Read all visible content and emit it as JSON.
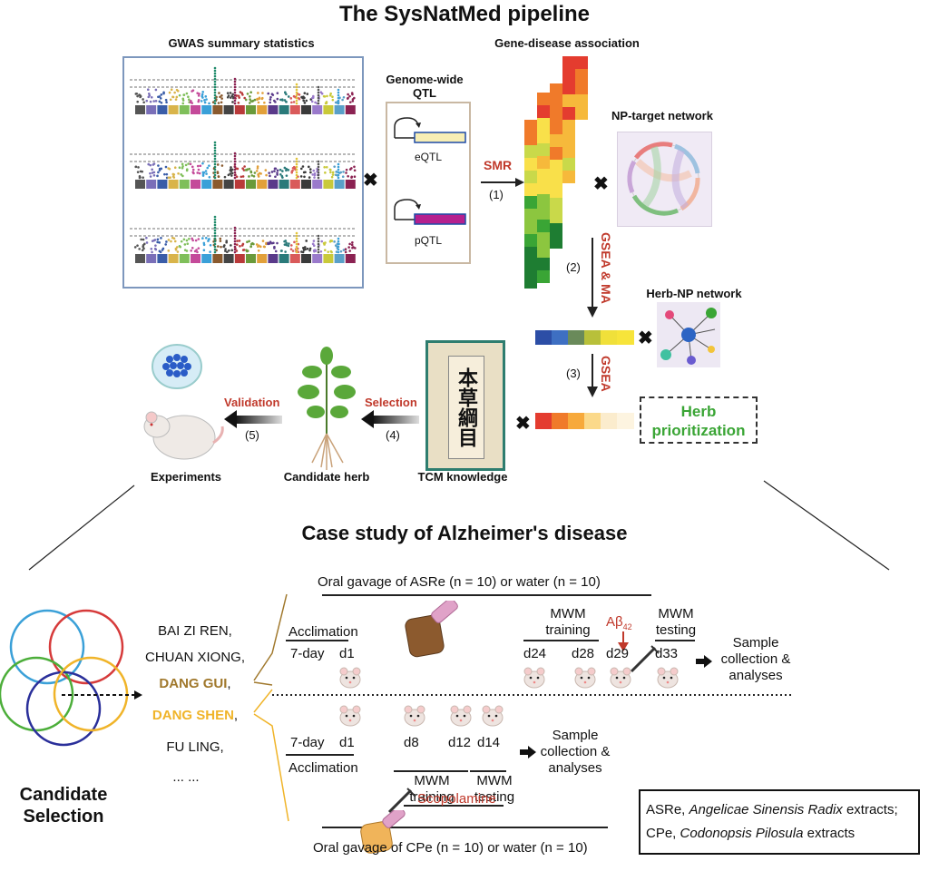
{
  "pipeline": {
    "title": "The SysNatMed pipeline",
    "gwas_label": "GWAS summary statistics",
    "qtl_label": "Genome-wide QTL",
    "eqtl": "eQTL",
    "pqtl": "pQTL",
    "smr": "SMR",
    "step1": "(1)",
    "gene_disease": "Gene-disease association",
    "np_target": "NP-target network",
    "gsea_ma": "GSEA & MA",
    "step2": "(2)",
    "herb_np": "Herb-NP network",
    "gsea": "GSEA",
    "step3": "(3)",
    "herb_prior": "Herb prioritization",
    "tcm_knowledge": "TCM knowledge",
    "selection": "Selection",
    "step4": "(4)",
    "candidate_herb": "Candidate herb",
    "validation": "Validation",
    "step5": "(5)",
    "experiments": "Experiments",
    "book_title": "本草綱目"
  },
  "case": {
    "title": "Case study of Alzheimer's disease",
    "herbs": [
      "BAI ZI REN,",
      "CHUAN XIONG,",
      "DANG GUI",
      "DANG SHEN",
      "FU LING,",
      "... ..."
    ],
    "herb_comma": ",",
    "candidate": "Candidate Selection",
    "top_gavage": "Oral gavage of ASRe (n = 10) or water (n = 10)",
    "acclimation": "Acclimation",
    "seven_day": "7-day",
    "d1": "d1",
    "mwm_training": "MWM training",
    "abeta": "Aβ",
    "abeta_sub": "42",
    "mwm_testing": "MWM testing",
    "d24": "d24",
    "d28": "d28",
    "d29": "d29",
    "d33": "d33",
    "sample_collection": "Sample collection & analyses",
    "d8": "d8",
    "d12": "d12",
    "d14": "d14",
    "scopolamine": "Scopolamine",
    "bottom_gavage": "Oral gavage of CPe (n = 10) or water (n = 10)",
    "legend1_a": "ASRe, ",
    "legend1_b": "Angelicae Sinensis Radix",
    "legend1_c": " extracts;",
    "legend2_a": "CPe, ",
    "legend2_b": "Codonopsis Pilosula",
    "legend2_c": " extracts"
  },
  "colors": {
    "red_label": "#c0392b",
    "green_label": "#3aa535",
    "dang_gui": "#a0782c",
    "dang_shen": "#f0b429",
    "brown_line": "#a0782c",
    "orange_line": "#f0b429"
  }
}
